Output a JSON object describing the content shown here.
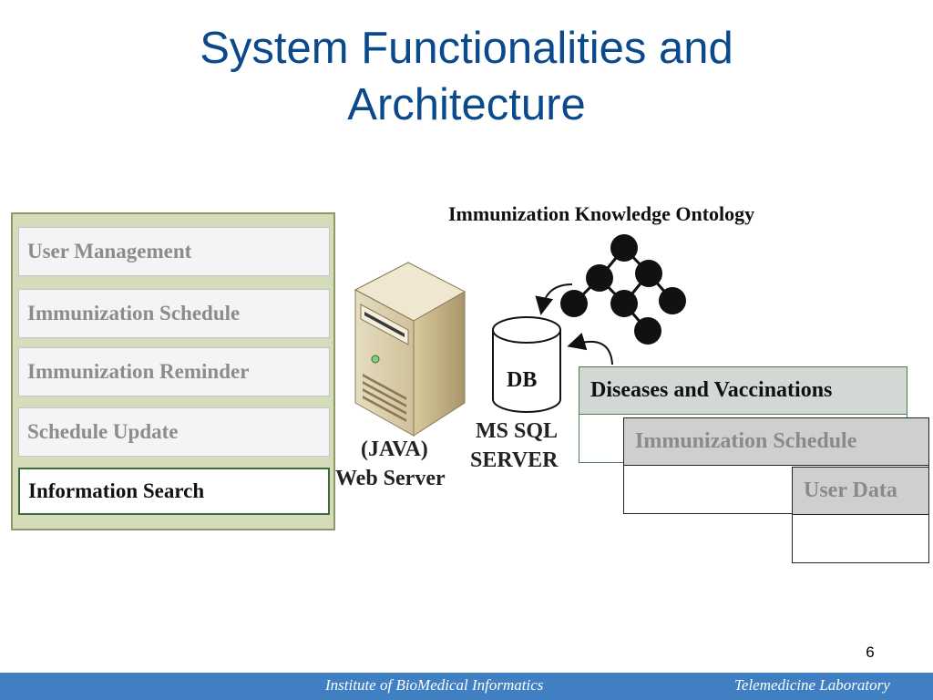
{
  "slide": {
    "title_line1": "System Functionalities and",
    "title_line2": "Architecture",
    "page_number": "6"
  },
  "modules": [
    {
      "label": "User Management",
      "active": false
    },
    {
      "label": "Immunization Schedule",
      "active": false
    },
    {
      "label": "Immunization Reminder",
      "active": false
    },
    {
      "label": "Schedule Update",
      "active": false
    },
    {
      "label": "Information Search",
      "active": true
    }
  ],
  "server": {
    "label_line1": "(JAVA)",
    "label_line2": "Web Server"
  },
  "database": {
    "cylinder_label": "DB",
    "label_line1": "MS SQL",
    "label_line2": "SERVER"
  },
  "ontology": {
    "title": "Immunization Knowledge Ontology"
  },
  "tables": [
    {
      "name": "Diseases and Vaccinations"
    },
    {
      "name": "Immunization Schedule"
    },
    {
      "name": "User Data"
    }
  ],
  "footer": {
    "left": "Institute of BioMedical Informatics",
    "right": "Telemedicine Laboratory"
  },
  "colors": {
    "title": "#0a4a8c",
    "panel_bg": "#d5dcba",
    "panel_border": "#8e9a66",
    "table1_header": "#d4d8d4",
    "table1_border": "#4c7a4c",
    "table_header_gray": "#cfcfcf",
    "footer_bg": "#3f7fc2"
  }
}
